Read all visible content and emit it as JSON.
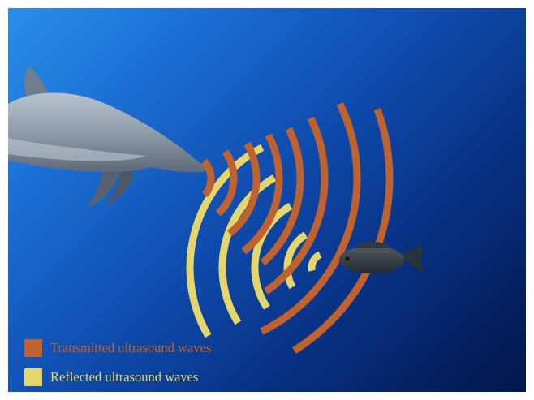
{
  "legend": {
    "transmitted": {
      "label": "Transmitted ultrasound waves",
      "color": "#c0622e"
    },
    "reflected": {
      "label": "Reflected ultrasound waves",
      "color": "#e4d66c"
    }
  },
  "subjects": {
    "emitter": "dolphin",
    "target": "fish"
  }
}
